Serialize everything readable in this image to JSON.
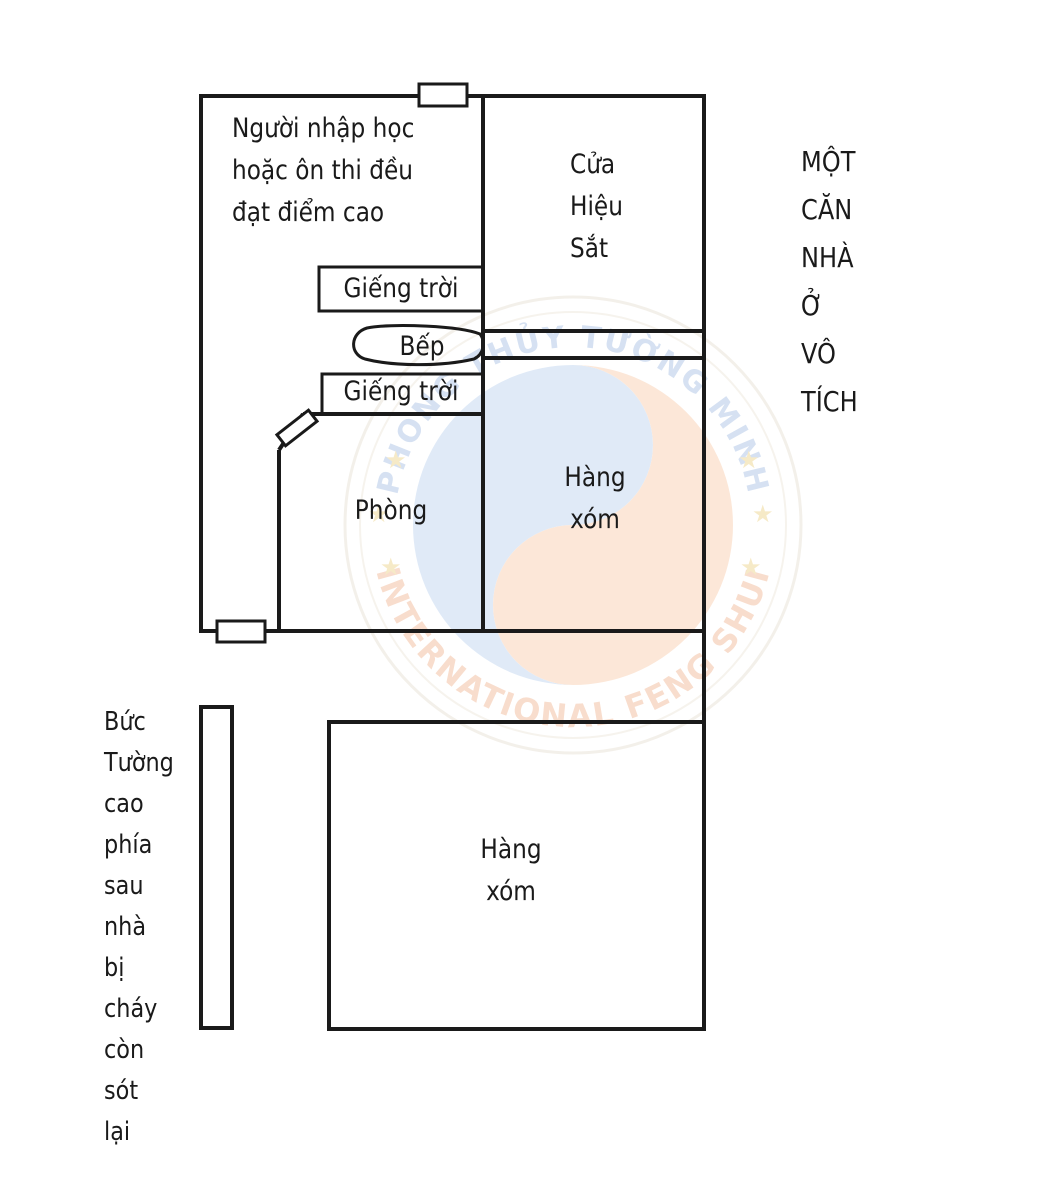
{
  "diagram": {
    "title": "MỘT\nCĂN\nNHÀ\nỞ\nVÔ\nTÍCH",
    "rooms": {
      "main_note": "Người nhập học\nhoặc ôn thi đều\nđạt điểm cao",
      "skylight_top": "Giếng trời",
      "kitchen": "Bếp",
      "skylight_bottom": "Giếng trời",
      "room": "Phòng",
      "hardware_store": "Cửa\nHiệu\nSắt",
      "neighbor_1": "Hàng\nxóm",
      "neighbor_2": "Hàng\nxóm"
    },
    "back_wall_note": "Bức\nTường\ncao\nphía\nsau\nnhà\nbị\ncháy\ncòn\nsót\nlại"
  },
  "watermark": {
    "top_text": "PHONG THỦY TƯỜNG MINH",
    "bottom_text": "INTERNATIONAL FENG SHUI",
    "colors": {
      "blue": "#d6e4f5",
      "orange": "#fbe0cc",
      "text_blue": "#c9d8ee",
      "text_orange": "#f6d2bd",
      "star": "#f3e3b5"
    }
  },
  "colors": {
    "line": "#1a1a1a",
    "background": "#ffffff"
  }
}
